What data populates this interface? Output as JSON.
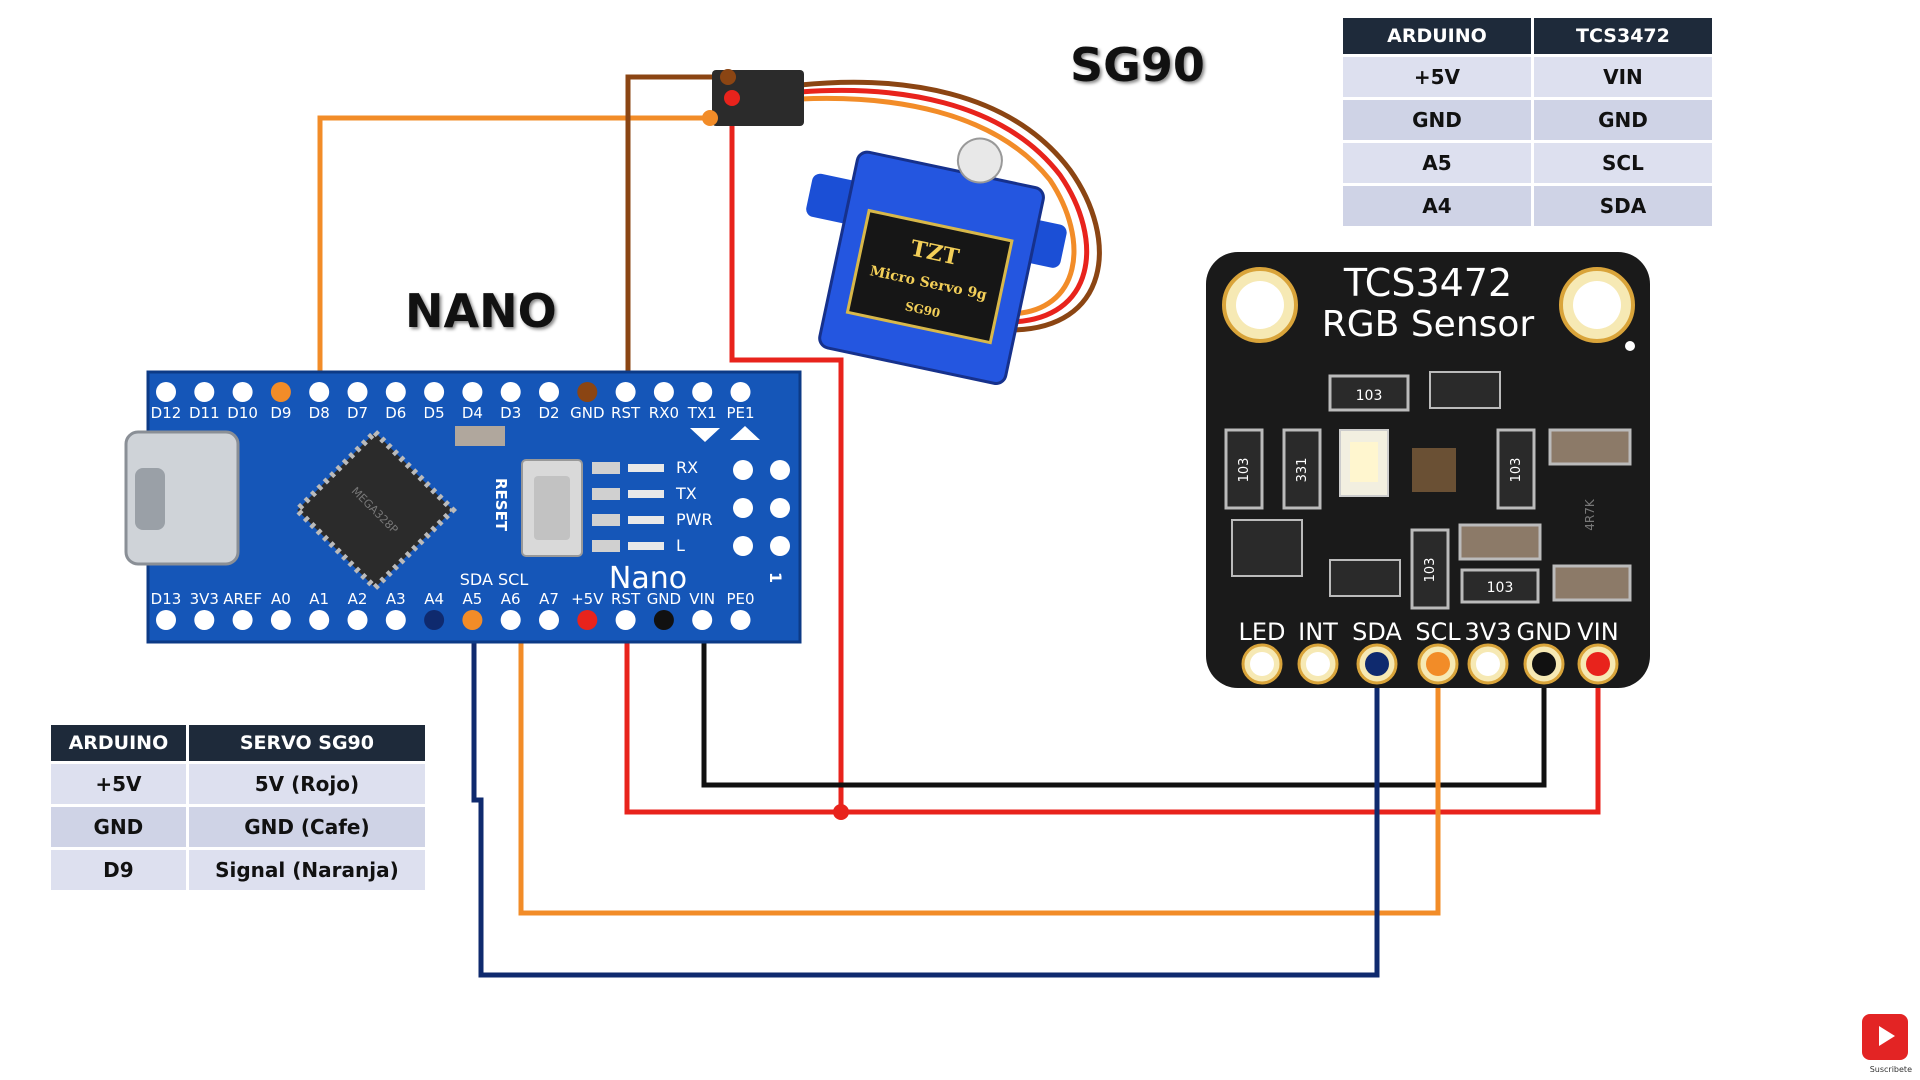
{
  "titles": {
    "nano": "NANO",
    "servo": "SG90"
  },
  "table_sensor": {
    "headers": [
      "ARDUINO",
      "TCS3472"
    ],
    "rows": [
      [
        "+5V",
        "VIN"
      ],
      [
        "GND",
        "GND"
      ],
      [
        "A5",
        "SCL"
      ],
      [
        "A4",
        "SDA"
      ]
    ]
  },
  "table_servo": {
    "headers": [
      "ARDUINO",
      "SERVO SG90"
    ],
    "rows": [
      [
        "+5V",
        "5V (Rojo)"
      ],
      [
        "GND",
        "GND (Cafe)"
      ],
      [
        "D9",
        "Signal (Naranja)"
      ]
    ]
  },
  "nano_board": {
    "top_pins": [
      "D12",
      "D11",
      "D10",
      "D9",
      "D8",
      "D7",
      "D6",
      "D5",
      "D4",
      "D3",
      "D2",
      "GND",
      "RST",
      "RX0",
      "TX1",
      "PE1"
    ],
    "bottom_pins": [
      "D13",
      "3V3",
      "AREF",
      "A0",
      "A1",
      "A2",
      "A3",
      "A4",
      "A5",
      "A6",
      "A7",
      "+5V",
      "RST",
      "GND",
      "VIN",
      "PE0"
    ],
    "i2c_labels": "SDA SCL",
    "leds": [
      "RX",
      "TX",
      "PWR",
      "L"
    ],
    "reset_label": "RESET",
    "board_label": "Nano",
    "pin_one_label": "1",
    "chip_text": "MEGA328P"
  },
  "sensor_board": {
    "title_line1": "TCS3472",
    "title_line2": "RGB Sensor",
    "pins": [
      "LED",
      "INT",
      "SDA",
      "SCL",
      "3V3",
      "GND",
      "VIN"
    ],
    "resistor_label": "103",
    "resistor_label_alt": "331",
    "regulator_label": "4R7K"
  },
  "servo": {
    "brand": "TZT",
    "model_line": "Micro Servo 9g",
    "model": "SG90"
  },
  "badge": {
    "label": "Suscribete"
  },
  "colors": {
    "wire_orange": "#f28c28",
    "wire_red": "#e8231c",
    "wire_brown": "#8b4513",
    "wire_black": "#111111",
    "wire_navy": "#0f2a6e",
    "board_blue": "#1556b8",
    "sensor_black": "#1a1a1a",
    "pad_gold": "#e6b84a"
  }
}
